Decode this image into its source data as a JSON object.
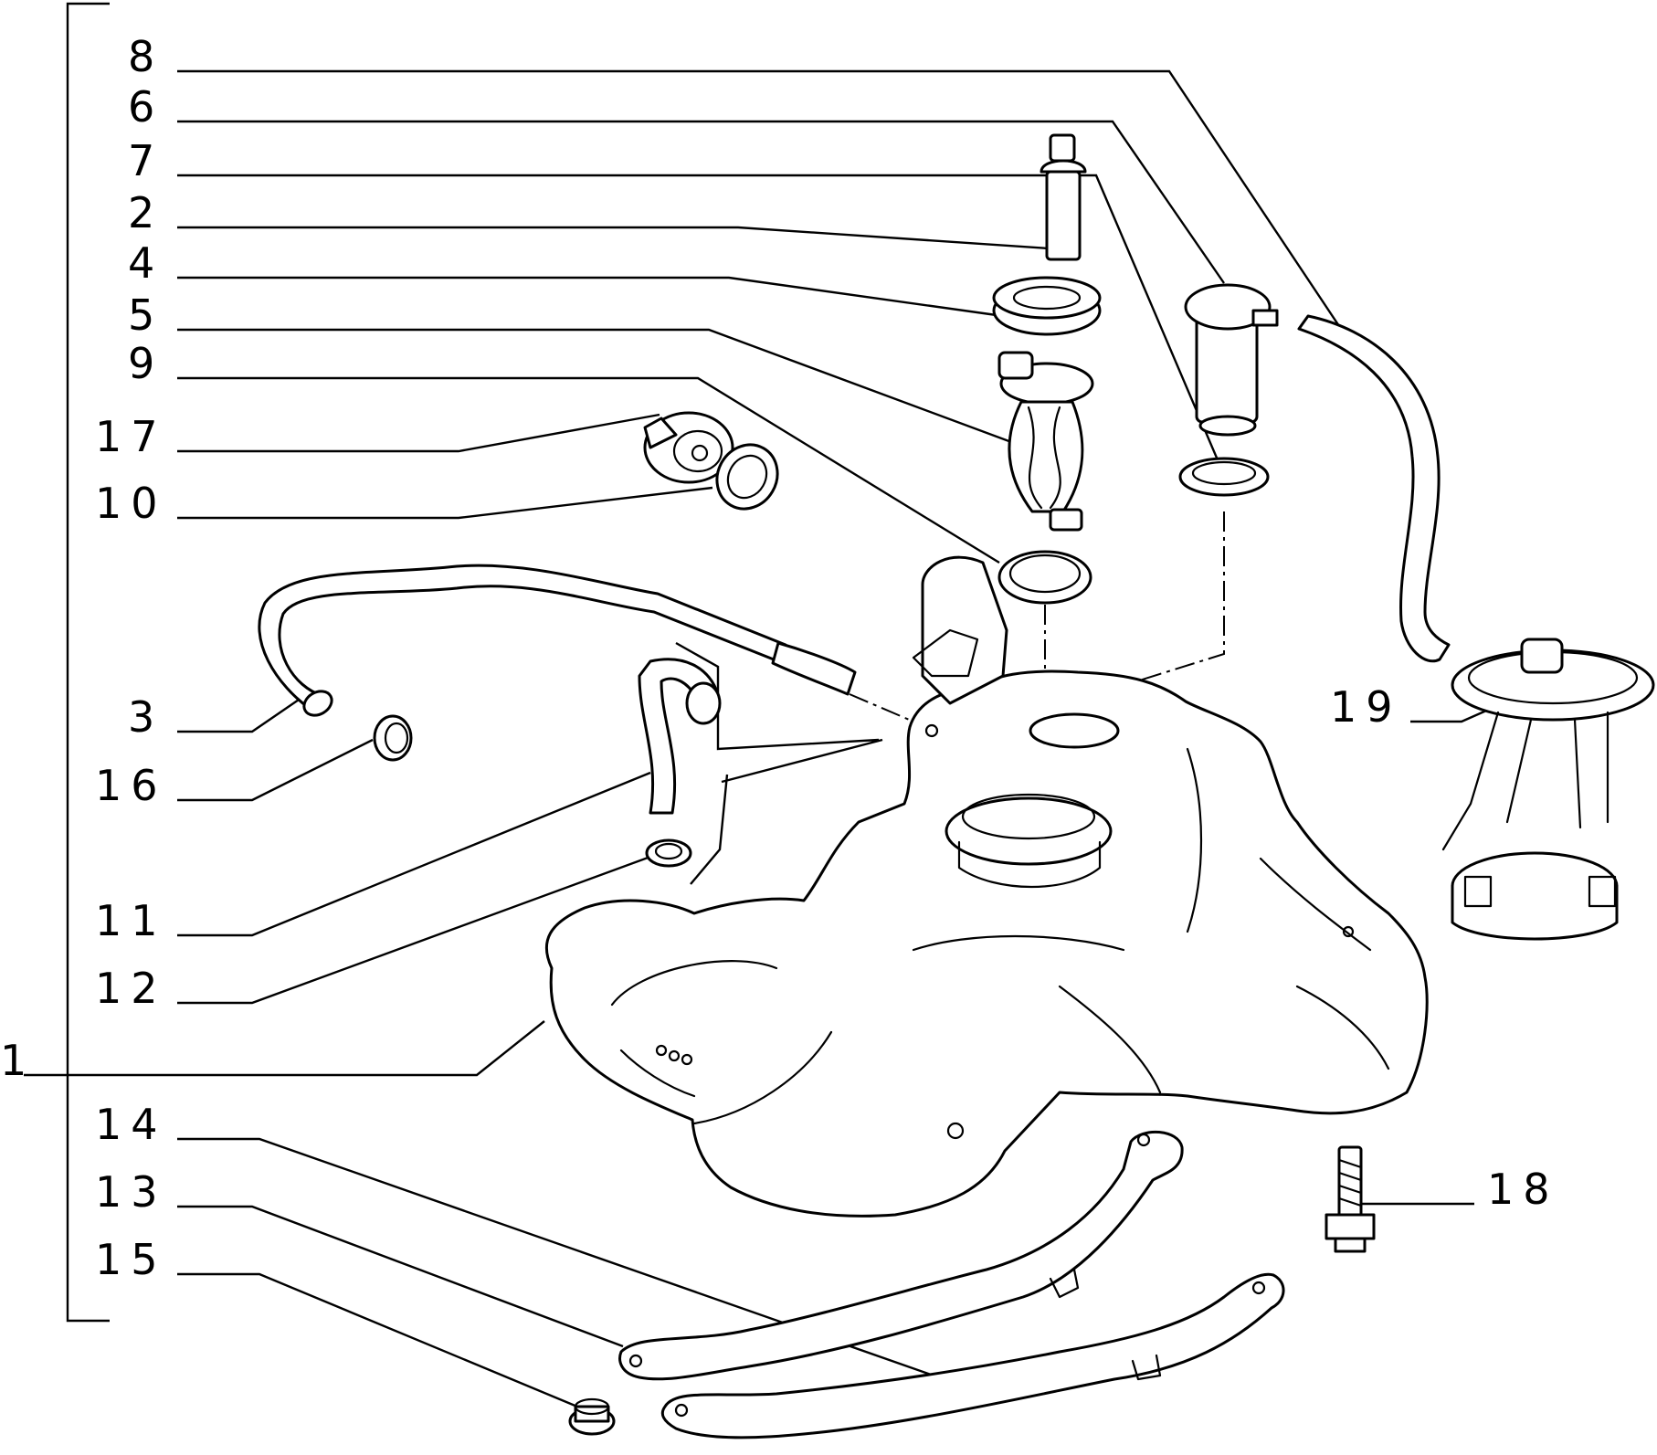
{
  "callouts": [
    {
      "id": "8",
      "text": "8"
    },
    {
      "id": "6",
      "text": "6"
    },
    {
      "id": "7",
      "text": "7"
    },
    {
      "id": "2",
      "text": "2"
    },
    {
      "id": "4",
      "text": "4"
    },
    {
      "id": "5",
      "text": "5"
    },
    {
      "id": "9",
      "text": "9"
    },
    {
      "id": "17",
      "text": "17"
    },
    {
      "id": "10",
      "text": "10"
    },
    {
      "id": "3",
      "text": "3"
    },
    {
      "id": "16",
      "text": "16"
    },
    {
      "id": "11",
      "text": "11"
    },
    {
      "id": "12",
      "text": "12"
    },
    {
      "id": "1",
      "text": "1"
    },
    {
      "id": "14",
      "text": "14"
    },
    {
      "id": "13",
      "text": "13"
    },
    {
      "id": "15",
      "text": "15"
    },
    {
      "id": "19",
      "text": "19"
    },
    {
      "id": "18",
      "text": "18"
    }
  ]
}
